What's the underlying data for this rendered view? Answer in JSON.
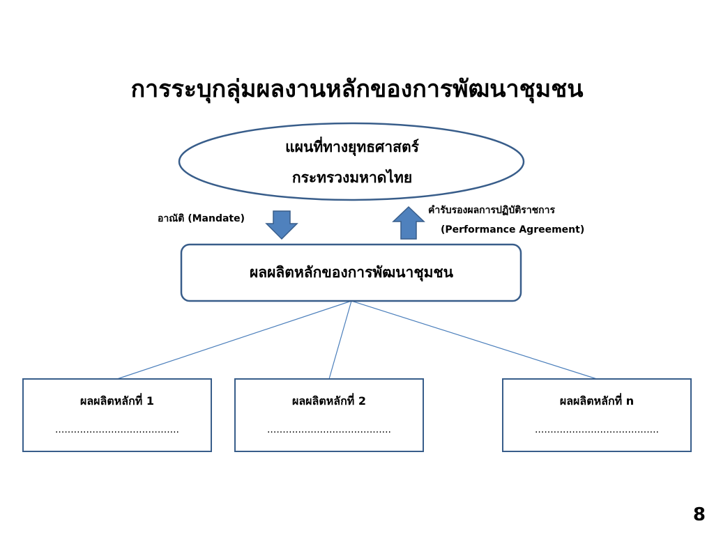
{
  "title": "การระบุกลุ่มผลงานหลักของการพัฒนาชุมชน",
  "oval": {
    "line1": "แผนที่ทางยุทธศาสตร์",
    "line2": "กระทรวงมหาดไทย"
  },
  "mandate_label": "อาณัติ (Mandate)",
  "agreement_label": {
    "line1": "คำรับรองผลการปฏิบัติราชการ",
    "line2": "(Performance Agreement)"
  },
  "center_box": "ผลผลิตหลักของการพัฒนาชุมชน",
  "sub_boxes": [
    {
      "title": "ผลผลิตหลักที่ 1",
      "dots": "........................................"
    },
    {
      "title": "ผลผลิตหลักที่ 2",
      "dots": "........................................"
    },
    {
      "title": "ผลผลิตหลักที่ n",
      "dots": "........................................"
    }
  ],
  "page_number": "8",
  "colors": {
    "outline": "#385d8a",
    "arrow_fill": "#4f81bd",
    "connector": "#4a7ebb"
  }
}
